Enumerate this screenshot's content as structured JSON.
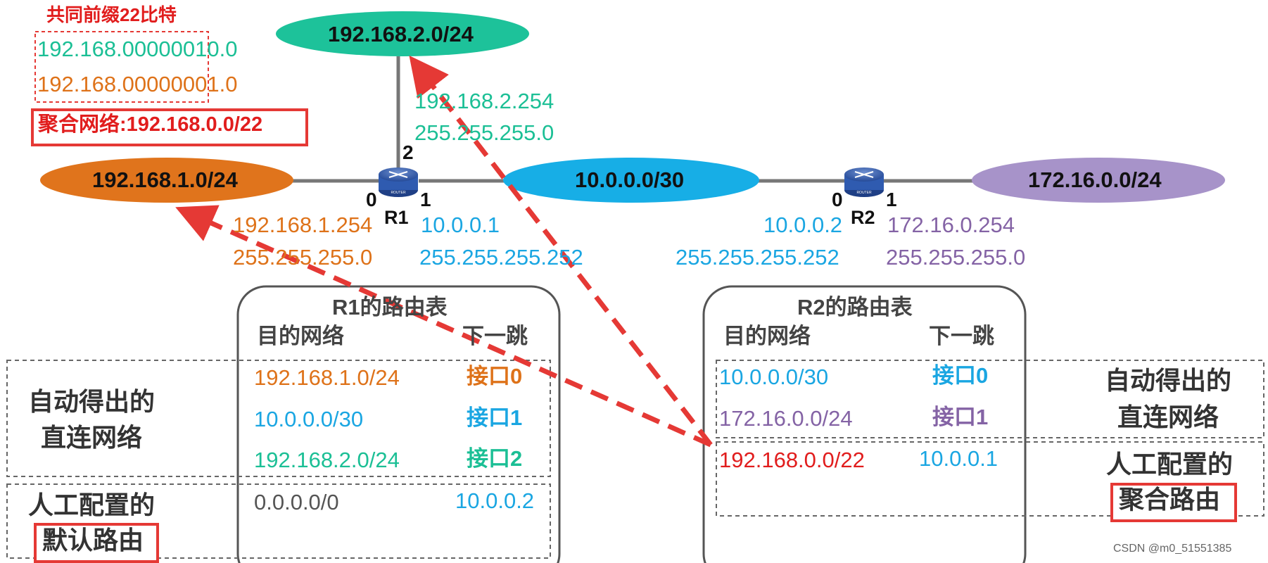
{
  "summary": {
    "title": "共同前缀22比特",
    "addr1": {
      "prefix": "192.168.000000",
      "suffix": "10.0"
    },
    "addr2": {
      "prefix": "192.168.000000",
      "suffix": "01.0"
    },
    "aggregate": "聚合网络:192.168.0.0/22"
  },
  "networks": {
    "net_top": "192.168.2.0/24",
    "net_left": "192.168.1.0/24",
    "net_mid": "10.0.0.0/30",
    "net_right": "172.16.0.0/24"
  },
  "routers": {
    "r1": {
      "name": "R1",
      "port0": "0",
      "port1": "1",
      "port2": "2",
      "device_text": "ROUTER"
    },
    "r2": {
      "name": "R2",
      "port0": "0",
      "port1": "1",
      "device_text": "ROUTER"
    }
  },
  "interfaces": {
    "r1_if2": {
      "ip": "192.168.2.254",
      "mask": "255.255.255.0"
    },
    "r1_if0": {
      "ip": "192.168.1.254",
      "mask": "255.255.255.0"
    },
    "r1_if1": {
      "ip": "10.0.0.1",
      "mask": "255.255.255.252"
    },
    "r2_if0": {
      "ip": "10.0.0.2",
      "mask": "255.255.255.252"
    },
    "r2_if1": {
      "ip": "172.16.0.254",
      "mask": "255.255.255.0"
    }
  },
  "r1_table": {
    "title": "R1的路由表",
    "col_dest": "目的网络",
    "col_next": "下一跳",
    "rows": [
      {
        "dest": "192.168.1.0/24",
        "next": "接口0"
      },
      {
        "dest": "10.0.0.0/30",
        "next": "接口1"
      },
      {
        "dest": "192.168.2.0/24",
        "next": "接口2"
      },
      {
        "dest": "0.0.0.0/0",
        "next": "10.0.0.2"
      }
    ]
  },
  "r2_table": {
    "title": "R2的路由表",
    "col_dest": "目的网络",
    "col_next": "下一跳",
    "rows": [
      {
        "dest": "10.0.0.0/30",
        "next": "接口0"
      },
      {
        "dest": "172.16.0.0/24",
        "next": "接口1"
      },
      {
        "dest": "192.168.0.0/22",
        "next": "10.0.0.1"
      }
    ]
  },
  "side_labels": {
    "left_auto_1": "自动得出的",
    "left_auto_2": "直连网络",
    "left_manual_1": "人工配置的",
    "left_manual_2": "默认路由",
    "right_auto_1": "自动得出的",
    "right_auto_2": "直连网络",
    "right_manual_1": "人工配置的",
    "right_manual_2": "聚合路由"
  },
  "watermark": "CSDN @m0_51551385",
  "colors": {
    "teal": "#1bbf95",
    "orange": "#de7219",
    "blue": "#1aa6e2",
    "purple": "#8463a5",
    "red": "#e11d1d",
    "highlight_box": "#e53935",
    "ellipse_teal": "#1dc29a",
    "ellipse_orange": "#e0741c",
    "ellipse_blue": "#17aee6",
    "ellipse_purple": "#a793c9"
  }
}
